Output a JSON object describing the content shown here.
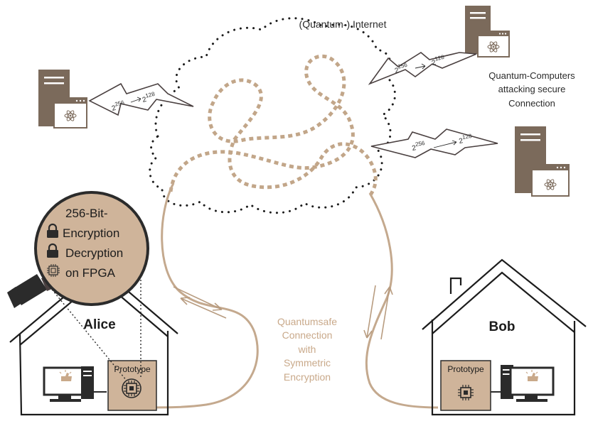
{
  "internet_label": "(Quantum-) Internet",
  "attackers": {
    "caption_lines": [
      "Quantum-Computers",
      "attacking secure",
      "Connection"
    ]
  },
  "key_attack": {
    "from_base": "2",
    "from_exp": "256",
    "to_base": "2",
    "to_exp": "128"
  },
  "magnifier": {
    "lines": [
      "256-Bit-",
      "Encryption",
      "Decryption",
      "on FPGA"
    ]
  },
  "alice": {
    "name": "Alice",
    "prototype_label": "Prototype"
  },
  "bob": {
    "name": "Bob",
    "prototype_label": "Prototype"
  },
  "connection_caption": [
    "Quantumsafe",
    "Connection",
    "with",
    "Symmetric",
    "Encryption"
  ],
  "colors": {
    "brown": "#7b6a5b",
    "tan": "#cfb49a",
    "tan_dark": "#b89c80",
    "line": "#2b2b2b",
    "caption": "#c9a98a",
    "text": "#2b2b2b"
  }
}
